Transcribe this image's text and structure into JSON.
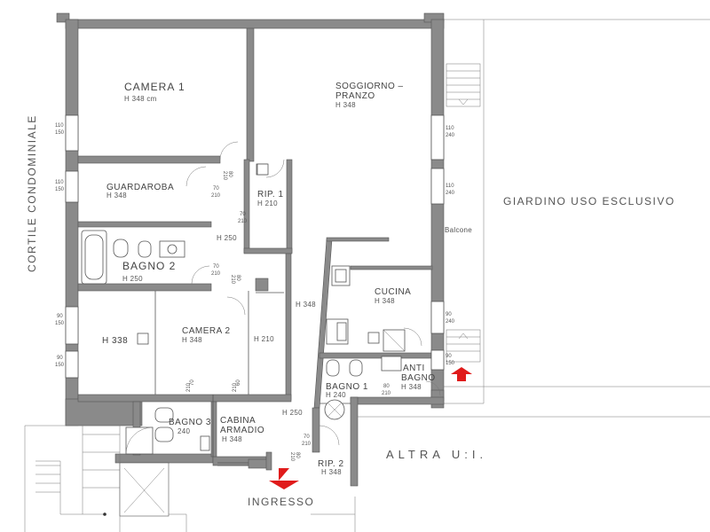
{
  "rooms": {
    "camera1": {
      "name": "CAMERA  1",
      "height": "H  348  cm"
    },
    "soggiorno": {
      "line1": "SOGGIORNO  –",
      "line2": "PRANZO",
      "height": "H  348"
    },
    "guardaroba": {
      "name": "GUARDAROBA",
      "height": "H  348"
    },
    "rip1": {
      "name": "RIP.  1",
      "height": "H  210"
    },
    "bagno2": {
      "name": "BAGNO  2",
      "height": "H  250"
    },
    "cucina": {
      "name": "CUCINA",
      "height": "H  348"
    },
    "camera2": {
      "name": "CAMERA  2",
      "height": "H  348"
    },
    "bagno1": {
      "name": "BAGNO  1",
      "height": "H  240"
    },
    "antibagno": {
      "line1": "ANTI",
      "line2": "BAGNO",
      "height": "H  348"
    },
    "bagno3": {
      "name": "BAGNO  3",
      "height": "240"
    },
    "cabina": {
      "line1": "CABINA",
      "line2": "ARMADIO",
      "height": "H  348"
    },
    "rip2": {
      "name": "RIP.  2",
      "height": "H  348"
    }
  },
  "heights": {
    "corridor_top": "H  250",
    "corridor_mid": "H  348",
    "west_room": "H  338",
    "passage": "H  210",
    "entry": "H  250"
  },
  "labels": {
    "cortile": "CORTILE  CONDOMINIALE",
    "giardino": "GIARDINO  USO  ESCLUSIVO",
    "balcone": "Balcone",
    "altra": "ALTRA  U:I.",
    "ingresso": "INGRESSO"
  },
  "window_dims": {
    "w110_150": [
      "110",
      "150"
    ],
    "w110_240": [
      "110",
      "240"
    ],
    "w90_150": [
      "90",
      "150"
    ],
    "w90_240": [
      "90",
      "240"
    ],
    "d70_210": [
      "70",
      "210"
    ],
    "d80_210": [
      "80",
      "210"
    ],
    "d60_210": [
      "60",
      "210"
    ]
  },
  "colors": {
    "wall": "#8a8a8a",
    "line": "#555555",
    "arrow": "#e01b1b"
  }
}
